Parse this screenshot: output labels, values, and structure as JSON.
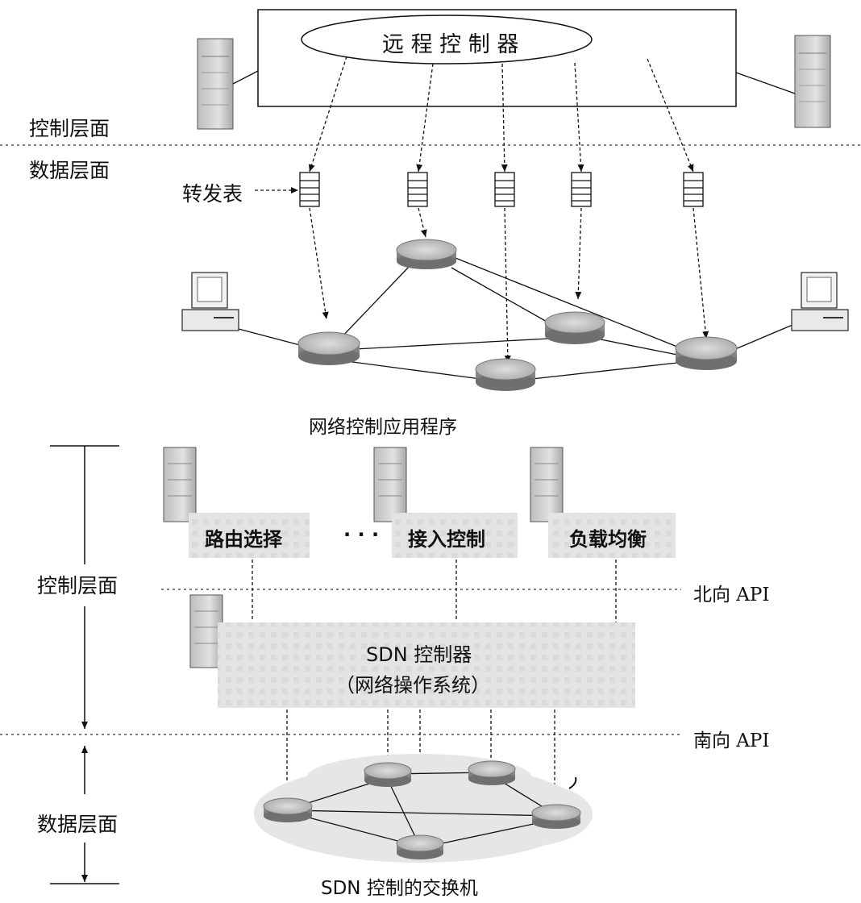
{
  "top_diagram": {
    "remote_controller_label": "远 程 控 制 器",
    "control_plane_label": "控制层面",
    "data_plane_label": "数据层面",
    "forwarding_table_label": "转发表"
  },
  "bottom_diagram": {
    "apps_title": "网络控制应用程序",
    "app_routing_label": "路由选择",
    "app_ellipsis": "· · ·",
    "app_access_label": "接入控制",
    "app_load_balance_label": "负载均衡",
    "control_plane_label": "控制层面",
    "northbound_api_label": "北向 API",
    "sdn_controller_label": "SDN 控制器",
    "network_os_label": "（网络操作系统）",
    "southbound_api_label": "南向 API",
    "data_plane_label": "数据层面",
    "switches_label": "SDN 控制的交换机"
  }
}
